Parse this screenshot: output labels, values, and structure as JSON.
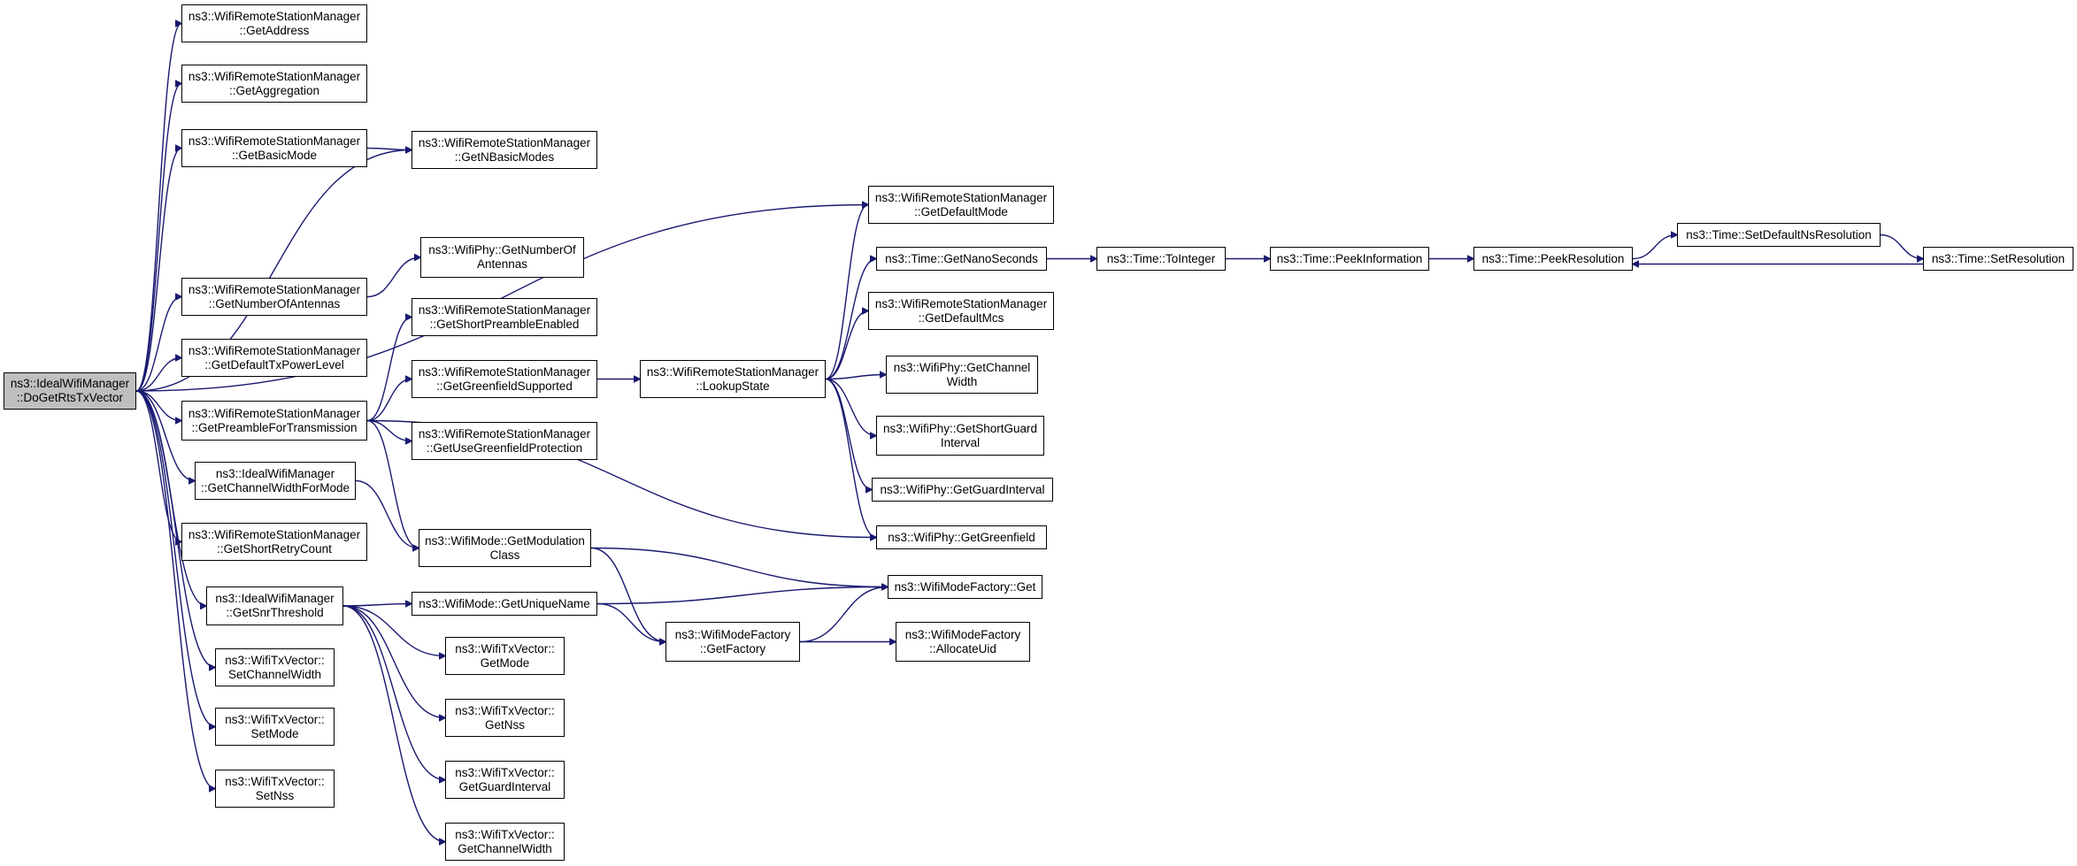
{
  "nodes": [
    {
      "id": "root",
      "lines": [
        "ns3::IdealWifiManager",
        "::DoGetRtsTxVector"
      ],
      "root": true
    },
    {
      "id": "getaddress",
      "lines": [
        "ns3::WifiRemoteStationManager",
        "::GetAddress"
      ]
    },
    {
      "id": "getaggregation",
      "lines": [
        "ns3::WifiRemoteStationManager",
        "::GetAggregation"
      ]
    },
    {
      "id": "getbasicmode",
      "lines": [
        "ns3::WifiRemoteStationManager",
        "::GetBasicMode"
      ]
    },
    {
      "id": "getnbasicmodes",
      "lines": [
        "ns3::WifiRemoteStationManager",
        "::GetNBasicModes"
      ]
    },
    {
      "id": "getdefaultmode",
      "lines": [
        "ns3::WifiRemoteStationManager",
        "::GetDefaultMode"
      ]
    },
    {
      "id": "getnumberofantennas",
      "lines": [
        "ns3::WifiRemoteStationManager",
        "::GetNumberOfAntennas"
      ]
    },
    {
      "id": "phynumberofantennas",
      "lines": [
        "ns3::WifiPhy::GetNumberOf",
        "Antennas"
      ]
    },
    {
      "id": "getdefaulttxpowerlevel",
      "lines": [
        "ns3::WifiRemoteStationManager",
        "::GetDefaultTxPowerLevel"
      ]
    },
    {
      "id": "getshortpreambleenabled",
      "lines": [
        "ns3::WifiRemoteStationManager",
        "::GetShortPreambleEnabled"
      ]
    },
    {
      "id": "getpreamblefortransmission",
      "lines": [
        "ns3::WifiRemoteStationManager",
        "::GetPreambleForTransmission"
      ]
    },
    {
      "id": "getgreenfieldsupported",
      "lines": [
        "ns3::WifiRemoteStationManager",
        "::GetGreenfieldSupported"
      ]
    },
    {
      "id": "getusegreenfieldprotection",
      "lines": [
        "ns3::WifiRemoteStationManager",
        "::GetUseGreenfieldProtection"
      ]
    },
    {
      "id": "lookupstate",
      "lines": [
        "ns3::WifiRemoteStationManager",
        "::LookupState"
      ]
    },
    {
      "id": "getnanoseconds",
      "lines": [
        "ns3::Time::GetNanoSeconds"
      ]
    },
    {
      "id": "tointeger",
      "lines": [
        "ns3::Time::ToInteger"
      ]
    },
    {
      "id": "peekinformation",
      "lines": [
        "ns3::Time::PeekInformation"
      ]
    },
    {
      "id": "peekresolution",
      "lines": [
        "ns3::Time::PeekResolution"
      ]
    },
    {
      "id": "setdefaultnsresolution",
      "lines": [
        "ns3::Time::SetDefaultNsResolution"
      ]
    },
    {
      "id": "setresolution",
      "lines": [
        "ns3::Time::SetResolution"
      ]
    },
    {
      "id": "getdefaultmcs",
      "lines": [
        "ns3::WifiRemoteStationManager",
        "::GetDefaultMcs"
      ]
    },
    {
      "id": "phygetchannelwidth",
      "lines": [
        "ns3::WifiPhy::GetChannel",
        "Width"
      ]
    },
    {
      "id": "phygetshortguardinterval",
      "lines": [
        "ns3::WifiPhy::GetShortGuard",
        "Interval"
      ]
    },
    {
      "id": "phygetguardinterval",
      "lines": [
        "ns3::WifiPhy::GetGuardInterval"
      ]
    },
    {
      "id": "phygetgreenfield",
      "lines": [
        "ns3::WifiPhy::GetGreenfield"
      ]
    },
    {
      "id": "getchannelwidthformode",
      "lines": [
        "ns3::IdealWifiManager",
        "::GetChannelWidthForMode"
      ]
    },
    {
      "id": "getshortretrycount",
      "lines": [
        "ns3::WifiRemoteStationManager",
        "::GetShortRetryCount"
      ]
    },
    {
      "id": "getmodulationclass",
      "lines": [
        "ns3::WifiMode::GetModulation",
        "Class"
      ]
    },
    {
      "id": "wifimodefactoryget",
      "lines": [
        "ns3::WifiModeFactory::Get"
      ]
    },
    {
      "id": "getsnrthreshold",
      "lines": [
        "ns3::IdealWifiManager",
        "::GetSnrThreshold"
      ]
    },
    {
      "id": "getuniquename",
      "lines": [
        "ns3::WifiMode::GetUniqueName"
      ]
    },
    {
      "id": "getfactory",
      "lines": [
        "ns3::WifiModeFactory",
        "::GetFactory"
      ]
    },
    {
      "id": "allocateuid",
      "lines": [
        "ns3::WifiModeFactory",
        "::AllocateUid"
      ]
    },
    {
      "id": "setchannelwidth",
      "lines": [
        "ns3::WifiTxVector::",
        "SetChannelWidth"
      ]
    },
    {
      "id": "txgetmode",
      "lines": [
        "ns3::WifiTxVector::",
        "GetMode"
      ]
    },
    {
      "id": "setmode",
      "lines": [
        "ns3::WifiTxVector::",
        "SetMode"
      ]
    },
    {
      "id": "txgetnss",
      "lines": [
        "ns3::WifiTxVector::",
        "GetNss"
      ]
    },
    {
      "id": "setnss",
      "lines": [
        "ns3::WifiTxVector::",
        "SetNss"
      ]
    },
    {
      "id": "txgetguardinterval",
      "lines": [
        "ns3::WifiTxVector::",
        "GetGuardInterval"
      ]
    },
    {
      "id": "txgetchannelwidth",
      "lines": [
        "ns3::WifiTxVector::",
        "GetChannelWidth"
      ]
    }
  ],
  "edges": [
    [
      "root",
      "getaddress"
    ],
    [
      "root",
      "getaggregation"
    ],
    [
      "root",
      "getbasicmode"
    ],
    [
      "root",
      "getnbasicmodes"
    ],
    [
      "root",
      "getdefaultmode"
    ],
    [
      "root",
      "getnumberofantennas"
    ],
    [
      "root",
      "getdefaulttxpowerlevel"
    ],
    [
      "root",
      "getpreamblefortransmission"
    ],
    [
      "root",
      "getchannelwidthformode"
    ],
    [
      "root",
      "getshortretrycount"
    ],
    [
      "root",
      "getsnrthreshold"
    ],
    [
      "root",
      "setchannelwidth"
    ],
    [
      "root",
      "setmode"
    ],
    [
      "root",
      "setnss"
    ],
    [
      "getbasicmode",
      "getnbasicmodes"
    ],
    [
      "getnumberofantennas",
      "phynumberofantennas"
    ],
    [
      "getpreamblefortransmission",
      "getshortpreambleenabled"
    ],
    [
      "getpreamblefortransmission",
      "getgreenfieldsupported"
    ],
    [
      "getpreamblefortransmission",
      "getusegreenfieldprotection"
    ],
    [
      "getpreamblefortransmission",
      "getmodulationclass"
    ],
    [
      "getpreamblefortransmission",
      "phygetgreenfield"
    ],
    [
      "getgreenfieldsupported",
      "lookupstate"
    ],
    [
      "lookupstate",
      "getdefaultmode"
    ],
    [
      "lookupstate",
      "getnanoseconds"
    ],
    [
      "lookupstate",
      "getdefaultmcs"
    ],
    [
      "lookupstate",
      "phygetchannelwidth"
    ],
    [
      "lookupstate",
      "phygetshortguardinterval"
    ],
    [
      "lookupstate",
      "phygetguardinterval"
    ],
    [
      "lookupstate",
      "phygetgreenfield"
    ],
    [
      "getnanoseconds",
      "tointeger"
    ],
    [
      "tointeger",
      "peekinformation"
    ],
    [
      "peekinformation",
      "peekresolution"
    ],
    [
      "peekresolution",
      "setdefaultnsresolution"
    ],
    [
      "setdefaultnsresolution",
      "setresolution"
    ],
    [
      "setresolution",
      "peekresolution"
    ],
    [
      "getchannelwidthformode",
      "getmodulationclass"
    ],
    [
      "getmodulationclass",
      "wifimodefactoryget"
    ],
    [
      "getmodulationclass",
      "getfactory"
    ],
    [
      "getsnrthreshold",
      "getuniquename"
    ],
    [
      "getsnrthreshold",
      "txgetmode"
    ],
    [
      "getsnrthreshold",
      "txgetnss"
    ],
    [
      "getsnrthreshold",
      "txgetguardinterval"
    ],
    [
      "getsnrthreshold",
      "txgetchannelwidth"
    ],
    [
      "getuniquename",
      "wifimodefactoryget"
    ],
    [
      "getuniquename",
      "getfactory"
    ],
    [
      "getfactory",
      "wifimodefactoryget"
    ],
    [
      "getfactory",
      "allocateuid"
    ]
  ]
}
